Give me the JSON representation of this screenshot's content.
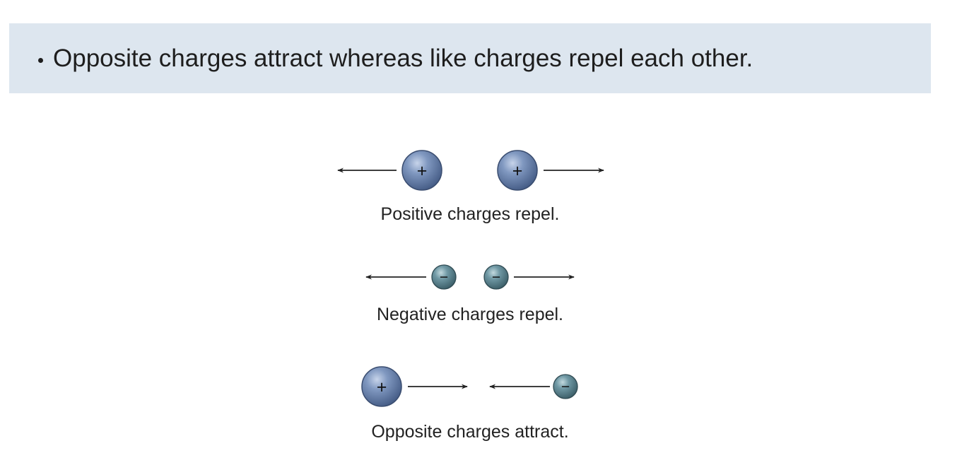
{
  "bullet": {
    "text": "Opposite charges attract whereas like charges repel each other."
  },
  "rows": [
    {
      "caption": "Positive charges repel.",
      "left_sign": "+",
      "right_sign": "+"
    },
    {
      "caption": "Negative charges repel.",
      "left_sign": "−",
      "right_sign": "−"
    },
    {
      "caption": "Opposite charges attract.",
      "left_sign": "+",
      "right_sign": "−"
    }
  ],
  "colors": {
    "banner": "#dde6ef",
    "positive_charge": "#6d86ad",
    "negative_charge": "#5e8692",
    "arrow": "#222222"
  }
}
